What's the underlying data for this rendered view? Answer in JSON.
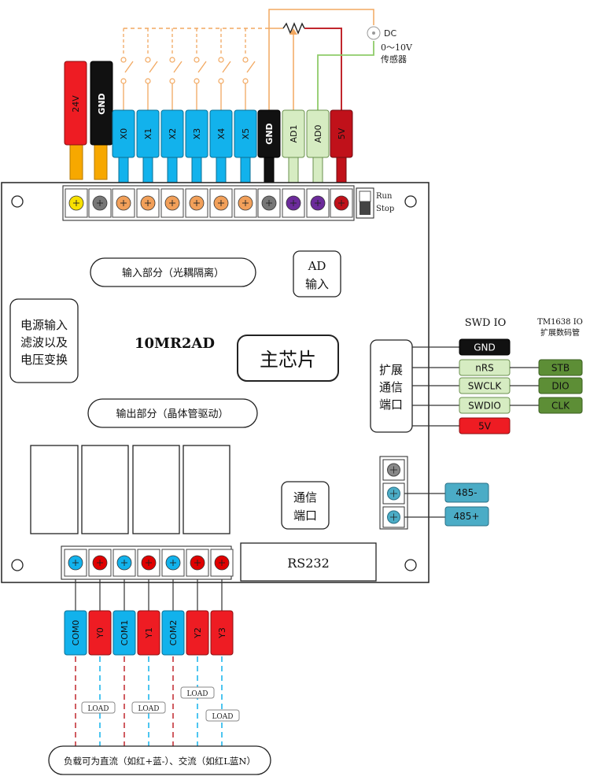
{
  "power_terminals": [
    "24V",
    "GND"
  ],
  "input_terminals": [
    "X0",
    "X1",
    "X2",
    "X3",
    "X4",
    "X5"
  ],
  "analog_terminals": [
    "GND",
    "AD1",
    "AD0",
    "5V"
  ],
  "sensor": {
    "dc_label": "DC",
    "range": "0～10V",
    "name": "传感器"
  },
  "switch": {
    "run": "Run",
    "stop": "Stop"
  },
  "board": {
    "input_section": "输入部分（光耦隔离）",
    "ad_input_line1": "AD",
    "ad_input_line2": "输入",
    "power_filter": [
      "电源输入",
      "滤波以及",
      "电压变换"
    ],
    "model": "10MR2AD",
    "main_chip": "主芯片",
    "expansion_port": [
      "扩展",
      "通信",
      "端口"
    ],
    "output_section": "输出部分（晶体管驱动）",
    "comm_port": [
      "通信",
      "端口"
    ],
    "rs232": "RS232"
  },
  "swd": {
    "title": "SWD IO",
    "pins": [
      "GND",
      "nRS",
      "SWCLK",
      "SWDIO",
      "5V"
    ]
  },
  "tm1638": {
    "title_line1": "TM1638 IO",
    "title_line2": "扩展数码管",
    "pins": [
      "STB",
      "DIO",
      "CLK"
    ]
  },
  "rs485": {
    "pins": [
      "485-",
      "485+"
    ]
  },
  "output_terminals": [
    "COM0",
    "Y0",
    "COM1",
    "Y1",
    "COM2",
    "Y2",
    "Y3"
  ],
  "load_label": "LOAD",
  "load_note": "负载可为直流（如红+蓝-）、交流（如红L蓝N）",
  "colors": {
    "red": "#ee1c23",
    "cyan": "#12b2ec",
    "black": "#111111",
    "orange_wire": "#f2a860",
    "green_wire": "#8fcb6a",
    "light_green": "#d6ecc2",
    "dark_green": "#5d8e36",
    "teal": "#4bacc6",
    "yellow": "#f7e000",
    "purple": "#6c2b9b"
  }
}
